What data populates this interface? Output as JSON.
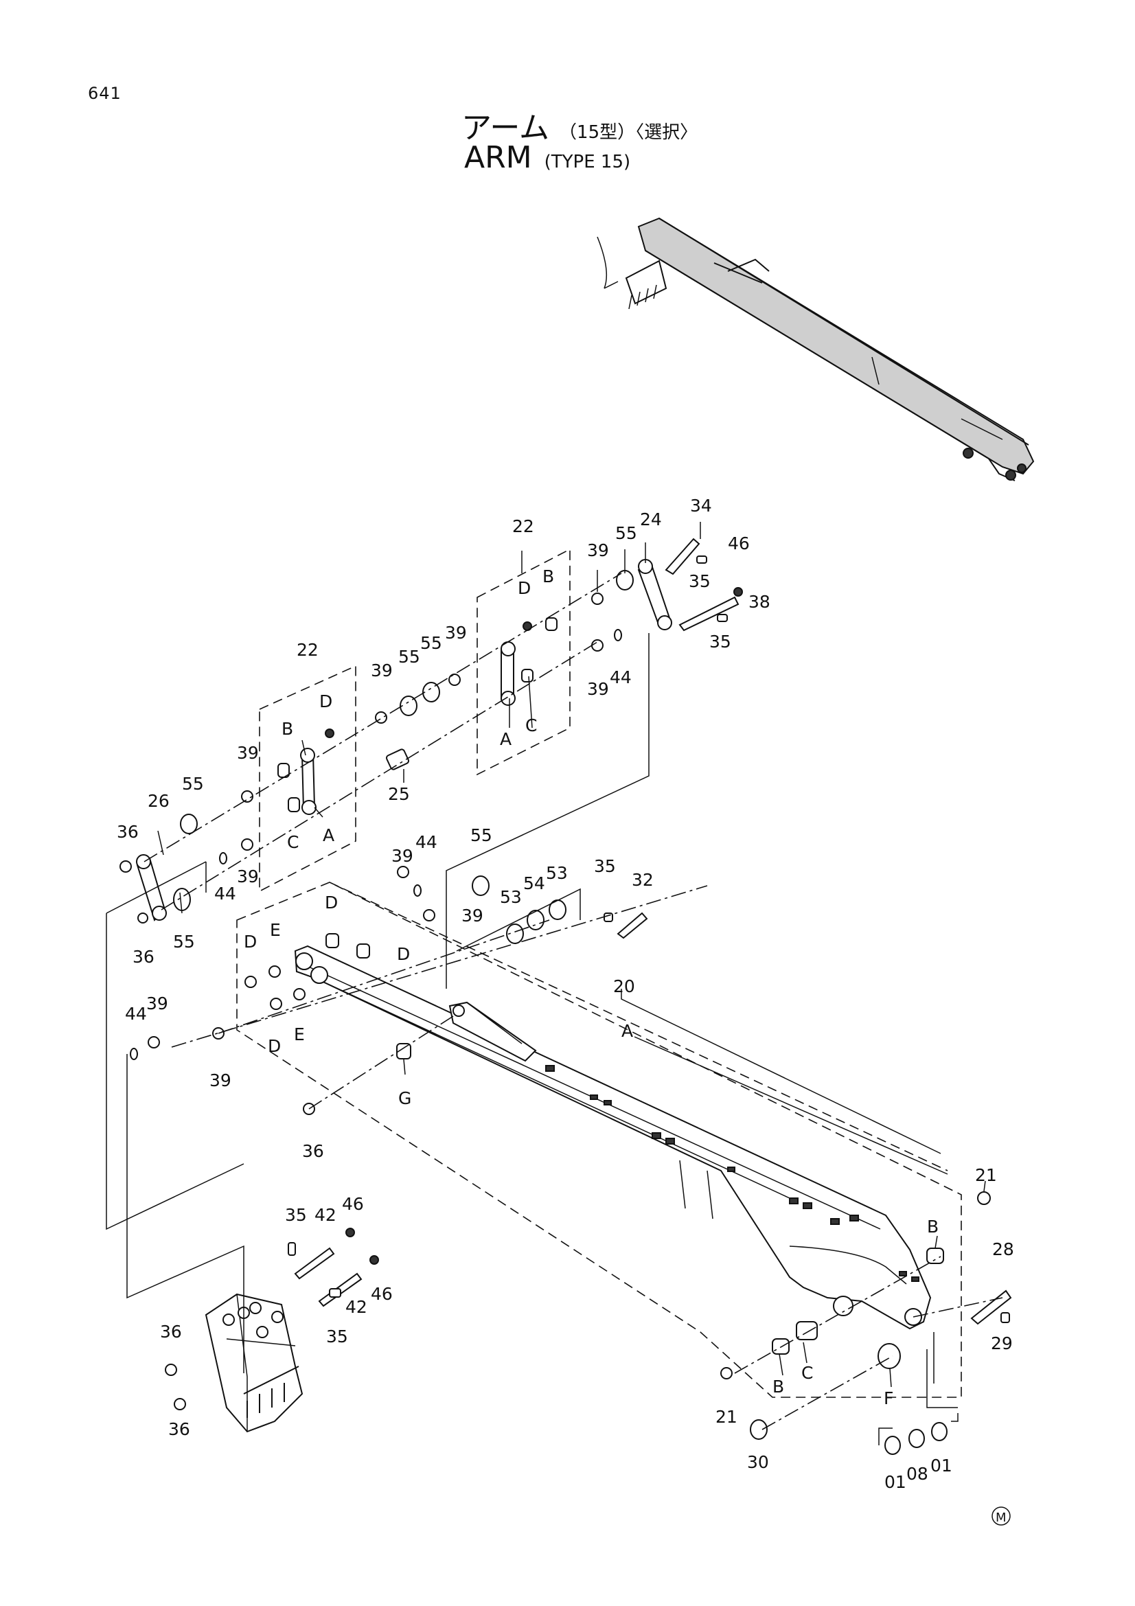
{
  "page_number": "641",
  "title": {
    "jp": "アーム",
    "jp_sub": "（15型）〈選択〉",
    "en": "ARM",
    "en_sub": "(TYPE 15)"
  },
  "mark": "M",
  "callouts": {
    "c22a": "22",
    "c22b": "22",
    "c24": "24",
    "c34": "34",
    "c46a": "46",
    "c38": "38",
    "c35a": "35",
    "c35b": "35",
    "c55a": "55",
    "c39a": "39",
    "cBa": "B",
    "cDa": "D",
    "c39b": "39",
    "c44a": "44",
    "cAa": "A",
    "cCa": "C",
    "c39c": "39",
    "c55b": "55",
    "c55c": "55",
    "c39d": "39",
    "cDb": "D",
    "cBb": "B",
    "c39e": "39",
    "c25": "25",
    "cAb": "A",
    "cCb": "C",
    "c26": "26",
    "c55d": "55",
    "c36a": "36",
    "c39f": "39",
    "c44b": "44",
    "c36b": "36",
    "c55e": "55",
    "c39g": "39",
    "c44c": "44",
    "c55f": "55",
    "c35c": "35",
    "c32": "32",
    "c53a": "53",
    "c54": "54",
    "c53b": "53",
    "c39h": "39",
    "cDc": "D",
    "cDd": "D",
    "cDe": "D",
    "cEa": "E",
    "cDf": "D",
    "cEb": "E",
    "c44d": "44",
    "c39i": "39",
    "c39j": "39",
    "c20": "20",
    "cAc": "A",
    "cG": "G",
    "c36c": "36",
    "c35d": "35",
    "c42a": "42",
    "c46b": "46",
    "c46c": "46",
    "c42b": "42",
    "c35e": "35",
    "c36d": "36",
    "c36e": "36",
    "c21a": "21",
    "cBc": "B",
    "c28": "28",
    "c29": "29",
    "cBd": "B",
    "cCc": "C",
    "cF": "F",
    "c21b": "21",
    "c30": "30",
    "c01a": "01",
    "c08": "08",
    "c01b": "01"
  }
}
